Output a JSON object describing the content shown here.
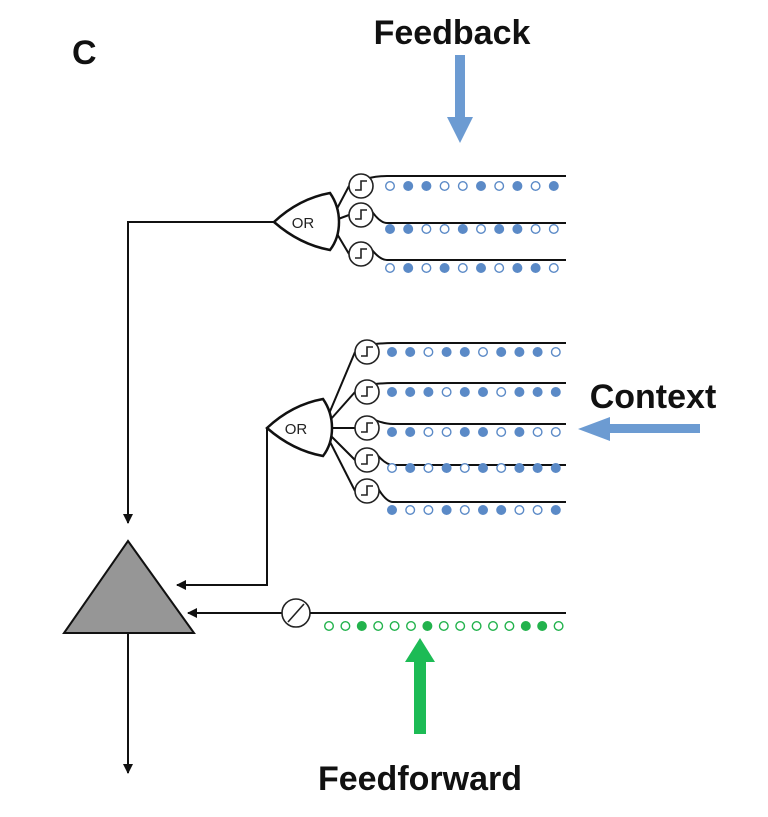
{
  "panel_label": "C",
  "labels": {
    "feedback": "Feedback",
    "context": "Context",
    "feedforward": "Feedforward"
  },
  "gates": {
    "top": "OR",
    "middle": "OR"
  },
  "colors": {
    "blue": "#5b8ac7",
    "arrow_blue": "#6c9bd2",
    "green": "#22b24c",
    "arrow_green": "#1dbb55",
    "neuron_fill": "#969696",
    "line": "#111111"
  },
  "dendrites": {
    "feedback": [
      [
        0,
        1,
        1,
        0,
        0,
        1,
        0,
        1,
        0,
        1
      ],
      [
        1,
        1,
        0,
        0,
        1,
        0,
        1,
        1,
        0,
        0
      ],
      [
        0,
        1,
        0,
        1,
        0,
        1,
        0,
        1,
        1,
        0
      ]
    ],
    "context": [
      [
        1,
        1,
        0,
        1,
        1,
        0,
        1,
        1,
        1,
        0
      ],
      [
        1,
        1,
        1,
        0,
        1,
        1,
        0,
        1,
        1,
        1
      ],
      [
        1,
        1,
        0,
        0,
        1,
        1,
        0,
        1,
        0,
        0
      ],
      [
        0,
        1,
        0,
        1,
        0,
        1,
        0,
        1,
        1,
        1
      ],
      [
        1,
        0,
        0,
        1,
        0,
        1,
        1,
        0,
        0,
        1
      ]
    ],
    "feedforward": [
      0,
      0,
      1,
      0,
      0,
      0,
      1,
      0,
      0,
      0,
      0,
      0,
      1,
      1,
      0
    ]
  }
}
